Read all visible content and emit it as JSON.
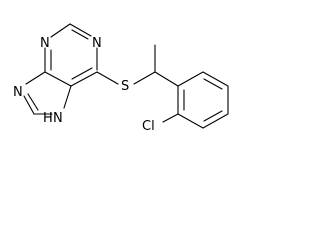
{
  "structure": {
    "atoms": {
      "n1": "N",
      "n3": "N",
      "n7": "N",
      "n9h": "N",
      "h9": "H",
      "s": "S",
      "cl": "Cl"
    }
  }
}
